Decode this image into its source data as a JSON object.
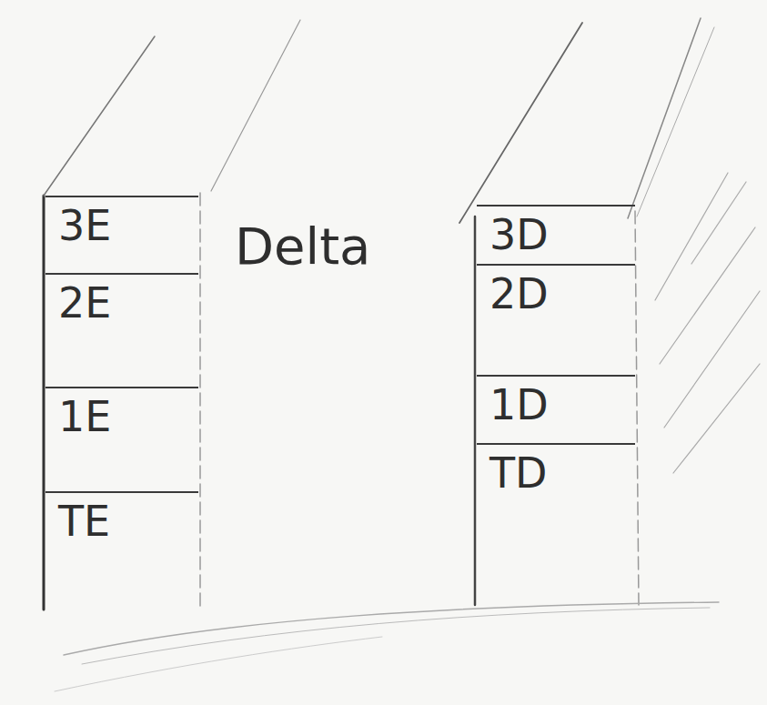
{
  "diagram": {
    "nodes": [
      {
        "text": [
          "3E"
        ]
      },
      {
        "text": [
          "2E"
        ]
      },
      {
        "text": [
          "1E"
        ]
      },
      {
        "text": [
          "TE"
        ]
      },
      {
        "text": [
          "3D"
        ]
      },
      {
        "text": [
          "2D"
        ]
      },
      {
        "text": [
          "1D"
        ]
      },
      {
        "text": [
          "TD"
        ]
      }
    ],
    "labels": [
      "Delta"
    ]
  }
}
